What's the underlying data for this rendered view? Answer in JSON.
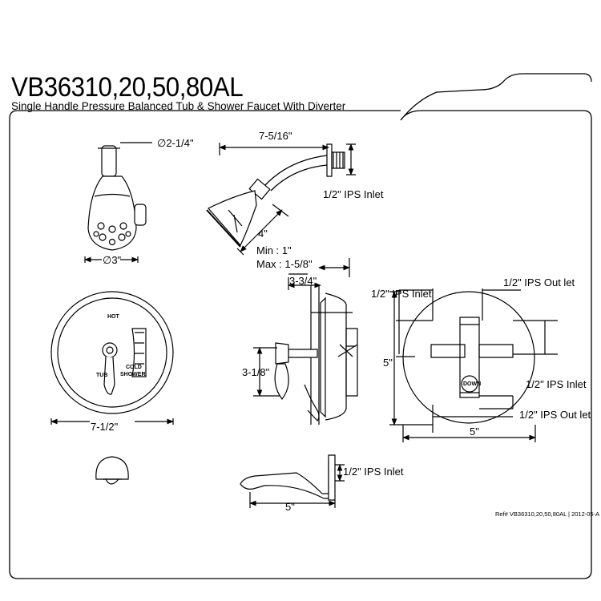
{
  "title": {
    "model": "VB36310,20,50,80AL",
    "subtitle": "Single Handle Pressure Balanced Tub & Shower Faucet With Diverter"
  },
  "dimensions": {
    "showerhead_diameter": "∅2-1/4\"",
    "showerhead_face": "∅3\"",
    "arm_length": "7-5/16\"",
    "arm_inlet": "1/2\" IPS Inlet",
    "arm_drop": "4\"",
    "min_depth": "Min : 1\"",
    "max_depth": "Max : 1-5/8\"",
    "valve_depth": "3-3/4\"",
    "handle_height": "3-1/8\"",
    "trim_diameter": "7-1/2\"",
    "valve_inlet_top": "1/2\" IPS Inlet",
    "valve_outlet_top": "1/2\" IPS Out let",
    "valve_height": "5\"",
    "valve_inlet_right": "1/2\" IPS Inlet",
    "valve_outlet_bottom": "1/2\" IPS Out let",
    "valve_width": "5\"",
    "spout_inlet": "1/2\" IPS Inlet",
    "spout_length": "5\""
  },
  "trim_labels": {
    "hot": "HOT",
    "cold": "COLD",
    "shower": "SHOWER",
    "tub": "TUB",
    "down": "DOWN"
  },
  "reference": "Ref# VB36310,20,50,80AL | 2012-05-A"
}
